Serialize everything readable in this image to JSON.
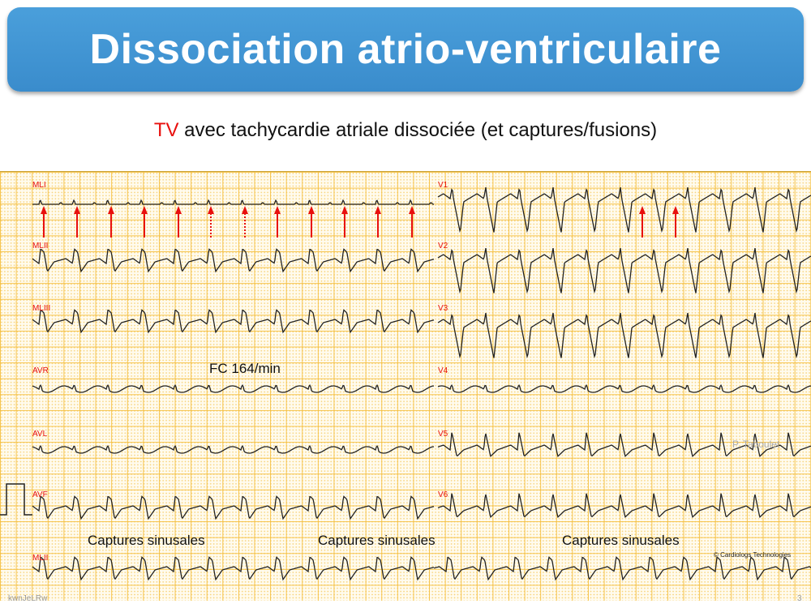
{
  "title": "Dissociation atrio-ventriculaire",
  "subtitle": {
    "highlight": "TV",
    "rest": " avec tachycardie atriale dissociée (et captures/fusions)",
    "highlight_color": "#e8100e"
  },
  "ecg": {
    "left_leads": [
      "MLI",
      "MLII",
      "MLIII",
      "AVR",
      "AVL",
      "AVF",
      "MLII"
    ],
    "right_leads": [
      "V1",
      "V2",
      "V3",
      "V4",
      "V5",
      "V6"
    ],
    "heart_rate_label": "FC 164/min",
    "captures_labels": [
      "Captures sinusales",
      "Captures sinusales",
      "Captures sinusales"
    ],
    "author": "P. Taboulet",
    "copyright": "© Cardiologs Technologies",
    "arrow_color": "#e8100e",
    "arrows_left": [
      "solid",
      "solid",
      "solid",
      "solid",
      "solid",
      "dotted",
      "dotted",
      "solid",
      "solid",
      "solid",
      "solid",
      "solid"
    ],
    "arrows_right": [
      "solid",
      "solid"
    ]
  },
  "footer": {
    "code": "kwnJeLRw",
    "page": "3"
  }
}
